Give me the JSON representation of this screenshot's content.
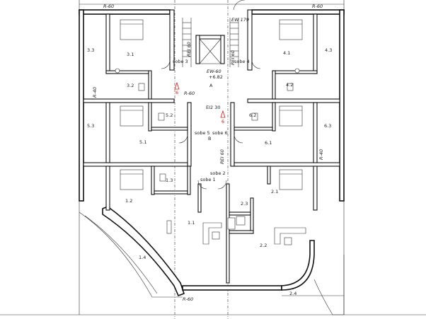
{
  "plan": {
    "top_labels": {
      "r60_left": "R-60",
      "r60_right": "R-60",
      "ew179": "EW 179"
    },
    "bottom_label": "R-60",
    "side_labels": {
      "r40_left": "R-40",
      "r40_right": "R-40"
    },
    "core": {
      "ew60": "EW-60",
      "level": "+6.82",
      "section_a": "A",
      "section_b": "B",
      "r60_mid": "R-60",
      "rei_left": "REI 60",
      "rei_right": "REI 60",
      "rei_mid": "REI 60",
      "door_label": "EI2 30"
    },
    "rooms": {
      "r3_1": "3.1",
      "r3_2": "3.2",
      "r3_3": "3.3",
      "r4_1": "4.1",
      "r4_2": "4.2",
      "r4_3": "4.3",
      "r5_1": "5.1",
      "r5_2": "5.2",
      "r5_3": "5.3",
      "r6_1": "6.1",
      "r6_2": "6.2",
      "r6_3": "6.3",
      "r1_1": "1.1",
      "r1_2": "1.2",
      "r1_3": "1.3",
      "r1_4": "1.4",
      "r2_1": "2.1",
      "r2_2": "2.2",
      "r2_3": "2.3",
      "r2_4": "2.4"
    },
    "entrances": {
      "sobe3": "sobe 3",
      "sobe4": "sobe 4",
      "sobe5": "sobe 5",
      "sobe6": "sobe 6",
      "sobe1": "sobe 1",
      "sobe2": "sobe 2"
    },
    "red_marks": {
      "left": "6",
      "right": "6"
    }
  }
}
